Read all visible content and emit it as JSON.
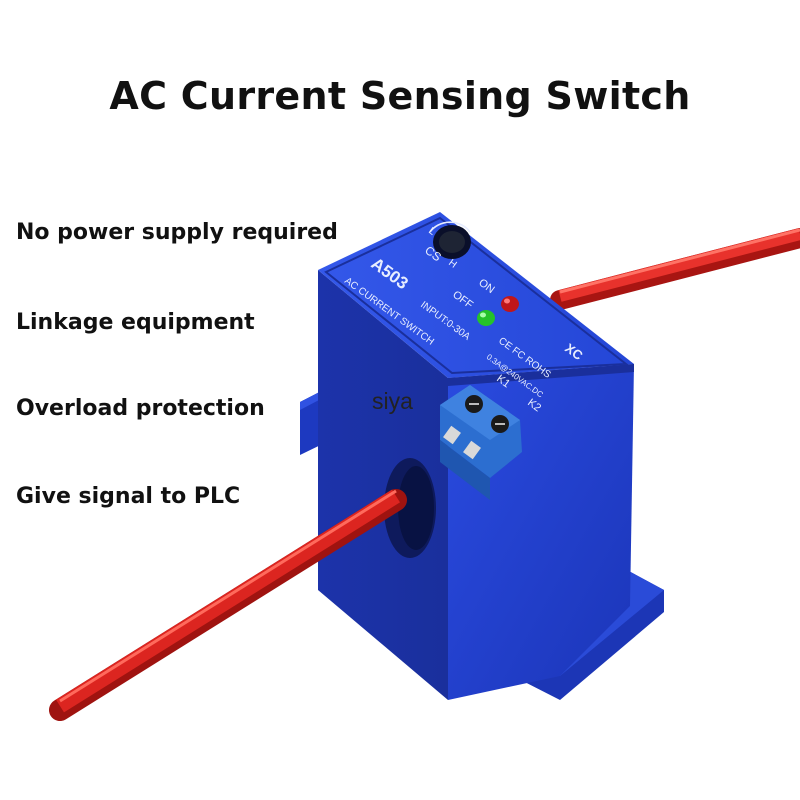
{
  "title": "AC Current Sensing Switch",
  "features": [
    "No power supply required",
    "Linkage equipment",
    "Overload protection",
    "Give signal to PLC"
  ],
  "watermark": "siya",
  "device": {
    "model": "A503",
    "name": "AC CURRENT SWITCH",
    "input": "INPUT:0-30A",
    "sensitivity": {
      "label": "CS",
      "low": "L",
      "high": "H"
    },
    "leds": {
      "on_label": "ON",
      "off_label": "OFF",
      "on_color": "#c0161a",
      "off_color": "#25c22a"
    },
    "certifications": "CE FC ROHS",
    "rating": "0.3A@240VAC.DC",
    "terminals": [
      "K1",
      "K2"
    ],
    "logo": "XC"
  },
  "colors": {
    "housing": "#1f3fcc",
    "wire": "#d7201f",
    "terminal_block": "#2c6ed0"
  }
}
